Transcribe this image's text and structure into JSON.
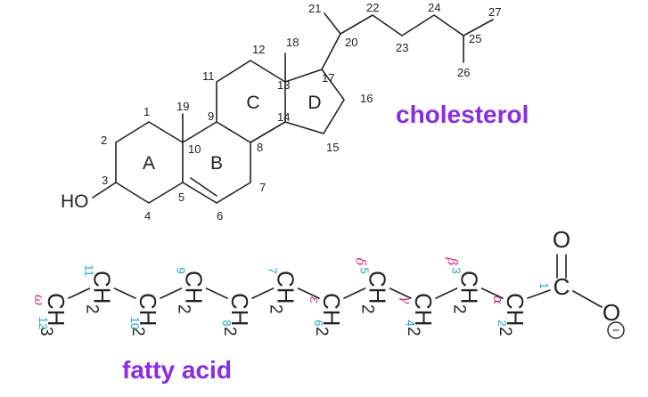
{
  "colors": {
    "title": "#8b2be2",
    "carbon_number": "#1aa7c4",
    "greek_letter": "#d62a8c",
    "bond": "#222222"
  },
  "cholesterol": {
    "title": "cholesterol",
    "hydroxyl_label": "HO",
    "ring_labels": [
      "A",
      "B",
      "C",
      "D"
    ],
    "carbon_numbers": [
      "1",
      "2",
      "3",
      "4",
      "5",
      "6",
      "7",
      "8",
      "9",
      "10",
      "11",
      "12",
      "13",
      "14",
      "15",
      "16",
      "17",
      "18",
      "19",
      "20",
      "21",
      "22",
      "23",
      "24",
      "25",
      "26",
      "27"
    ]
  },
  "fatty_acid": {
    "title": "fatty acid",
    "carbonyl_oxygen": "O",
    "carboxyl_carbon": "C",
    "oxygen_anion": "O",
    "charge": "−",
    "groups": [
      {
        "text": "CH",
        "sub": "3",
        "number": "12",
        "greek": "ω"
      },
      {
        "text": "CH",
        "sub": "2",
        "number": "11",
        "greek": ""
      },
      {
        "text": "CH",
        "sub": "2",
        "number": "10",
        "greek": ""
      },
      {
        "text": "CH",
        "sub": "2",
        "number": "9",
        "greek": ""
      },
      {
        "text": "CH",
        "sub": "2",
        "number": "8",
        "greek": ""
      },
      {
        "text": "CH",
        "sub": "2",
        "number": "7",
        "greek": ""
      },
      {
        "text": "CH",
        "sub": "2",
        "number": "6",
        "greek": "ε"
      },
      {
        "text": "CH",
        "sub": "2",
        "number": "5",
        "greek": "δ"
      },
      {
        "text": "CH",
        "sub": "2",
        "number": "4",
        "greek": "γ"
      },
      {
        "text": "CH",
        "sub": "2",
        "number": "3",
        "greek": "β"
      },
      {
        "text": "CH",
        "sub": "2",
        "number": "2",
        "greek": "α"
      }
    ],
    "carboxyl_number": "1"
  }
}
